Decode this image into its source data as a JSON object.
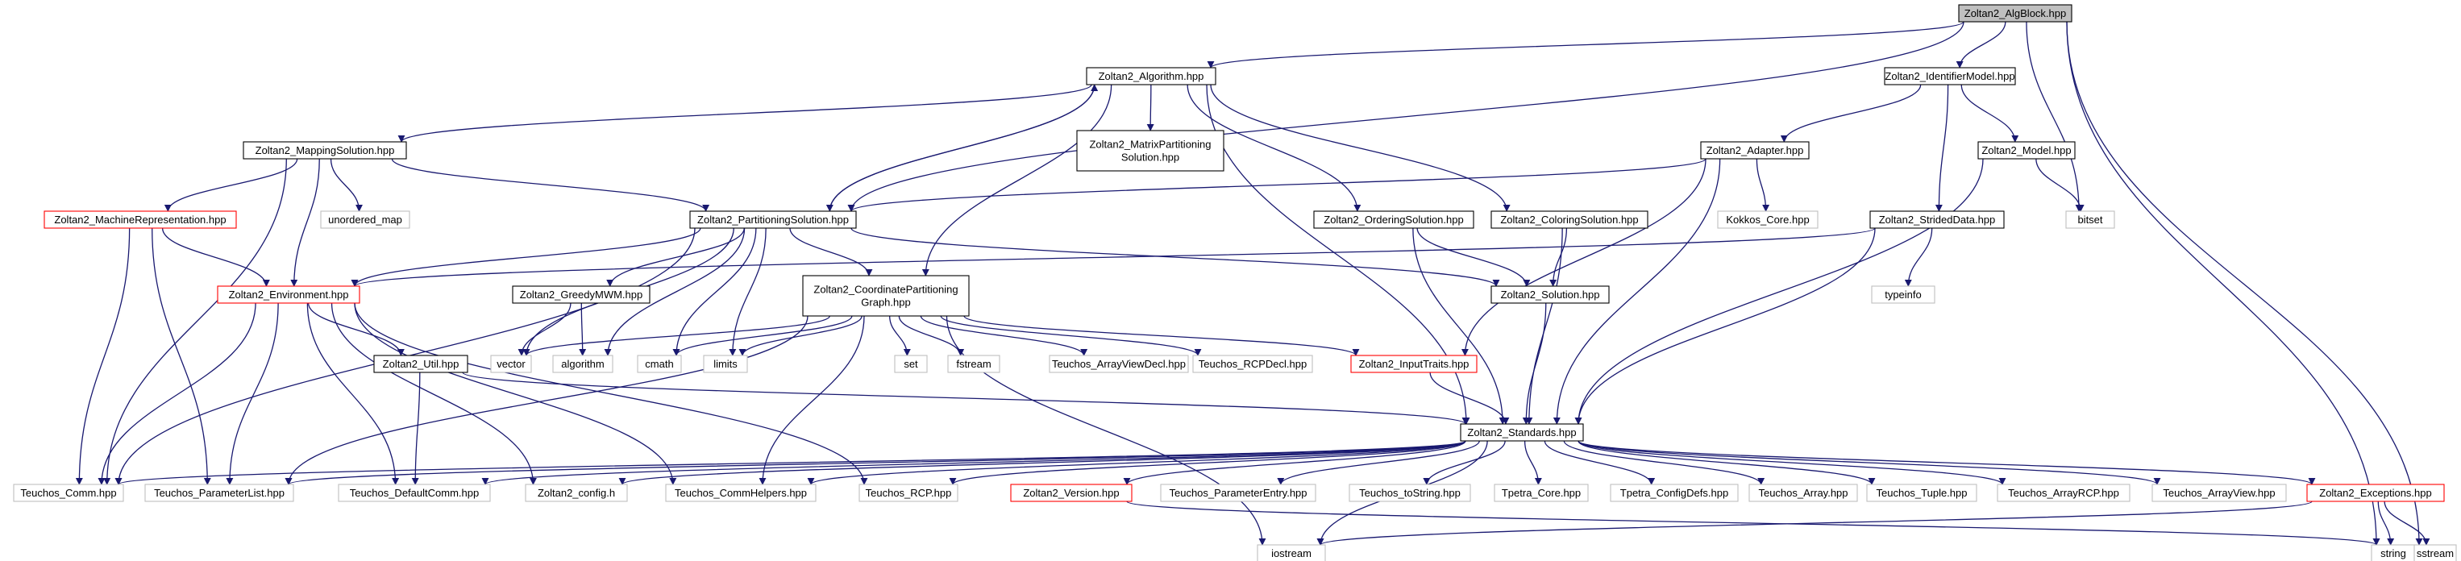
{
  "title": "Zoltan2_AlgBlock.hpp",
  "colors": {
    "edge": "#191970",
    "root_fill": "#bfbfbf",
    "doc_border": "#000000",
    "truncated_border": "#ff0000",
    "external_border": "#bfbfbf",
    "external_text": "#7f7f7f"
  },
  "nodes": [
    {
      "id": "algblock",
      "lines": [
        "Zoltan2_AlgBlock.hpp"
      ],
      "kind": "root"
    },
    {
      "id": "algorithm",
      "lines": [
        "Zoltan2_Algorithm.hpp"
      ],
      "kind": "doc"
    },
    {
      "id": "idmodel",
      "lines": [
        "Zoltan2_IdentifierModel.hpp"
      ],
      "kind": "doc"
    },
    {
      "id": "mapsol",
      "lines": [
        "Zoltan2_MappingSolution.hpp"
      ],
      "kind": "doc"
    },
    {
      "id": "matrixpart",
      "lines": [
        "Zoltan2_MatrixPartitioning",
        "Solution.hpp"
      ],
      "kind": "doc"
    },
    {
      "id": "adapter",
      "lines": [
        "Zoltan2_Adapter.hpp"
      ],
      "kind": "doc"
    },
    {
      "id": "model",
      "lines": [
        "Zoltan2_Model.hpp"
      ],
      "kind": "doc"
    },
    {
      "id": "machrep",
      "lines": [
        "Zoltan2_MachineRepresentation.hpp"
      ],
      "kind": "truncated"
    },
    {
      "id": "unmap",
      "lines": [
        "unordered_map"
      ],
      "kind": "external"
    },
    {
      "id": "partsol",
      "lines": [
        "Zoltan2_PartitioningSolution.hpp"
      ],
      "kind": "doc"
    },
    {
      "id": "ordsol",
      "lines": [
        "Zoltan2_OrderingSolution.hpp"
      ],
      "kind": "doc"
    },
    {
      "id": "colsol",
      "lines": [
        "Zoltan2_ColoringSolution.hpp"
      ],
      "kind": "doc"
    },
    {
      "id": "kokkos",
      "lines": [
        "Kokkos_Core.hpp"
      ],
      "kind": "external"
    },
    {
      "id": "strided",
      "lines": [
        "Zoltan2_StridedData.hpp"
      ],
      "kind": "doc"
    },
    {
      "id": "bitset",
      "lines": [
        "bitset"
      ],
      "kind": "external"
    },
    {
      "id": "env",
      "lines": [
        "Zoltan2_Environment.hpp"
      ],
      "kind": "truncated"
    },
    {
      "id": "greedy",
      "lines": [
        "Zoltan2_GreedyMWM.hpp"
      ],
      "kind": "doc"
    },
    {
      "id": "coordgraph",
      "lines": [
        "Zoltan2_CoordinatePartitioning",
        "Graph.hpp"
      ],
      "kind": "doc"
    },
    {
      "id": "solution",
      "lines": [
        "Zoltan2_Solution.hpp"
      ],
      "kind": "doc"
    },
    {
      "id": "typeinfo",
      "lines": [
        "typeinfo"
      ],
      "kind": "external"
    },
    {
      "id": "util",
      "lines": [
        "Zoltan2_Util.hpp"
      ],
      "kind": "doc"
    },
    {
      "id": "vector",
      "lines": [
        "vector"
      ],
      "kind": "external"
    },
    {
      "id": "algorithmstd",
      "lines": [
        "algorithm"
      ],
      "kind": "external"
    },
    {
      "id": "cmath",
      "lines": [
        "cmath"
      ],
      "kind": "external"
    },
    {
      "id": "limits",
      "lines": [
        "limits"
      ],
      "kind": "external"
    },
    {
      "id": "set",
      "lines": [
        "set"
      ],
      "kind": "external"
    },
    {
      "id": "fstream",
      "lines": [
        "fstream"
      ],
      "kind": "external"
    },
    {
      "id": "arrviewdecl",
      "lines": [
        "Teuchos_ArrayViewDecl.hpp"
      ],
      "kind": "external"
    },
    {
      "id": "rcpdecl",
      "lines": [
        "Teuchos_RCPDecl.hpp"
      ],
      "kind": "external"
    },
    {
      "id": "inputtraits",
      "lines": [
        "Zoltan2_InputTraits.hpp"
      ],
      "kind": "truncated"
    },
    {
      "id": "standards",
      "lines": [
        "Zoltan2_Standards.hpp"
      ],
      "kind": "doc"
    },
    {
      "id": "comm",
      "lines": [
        "Teuchos_Comm.hpp"
      ],
      "kind": "external"
    },
    {
      "id": "paramlist",
      "lines": [
        "Teuchos_ParameterList.hpp"
      ],
      "kind": "external"
    },
    {
      "id": "defcomm",
      "lines": [
        "Teuchos_DefaultComm.hpp"
      ],
      "kind": "external"
    },
    {
      "id": "config",
      "lines": [
        "Zoltan2_config.h"
      ],
      "kind": "external"
    },
    {
      "id": "commhelpers",
      "lines": [
        "Teuchos_CommHelpers.hpp"
      ],
      "kind": "external"
    },
    {
      "id": "rcp",
      "lines": [
        "Teuchos_RCP.hpp"
      ],
      "kind": "external"
    },
    {
      "id": "version",
      "lines": [
        "Zoltan2_Version.hpp"
      ],
      "kind": "truncated"
    },
    {
      "id": "paramentry",
      "lines": [
        "Teuchos_ParameterEntry.hpp"
      ],
      "kind": "external"
    },
    {
      "id": "tostring",
      "lines": [
        "Teuchos_toString.hpp"
      ],
      "kind": "external"
    },
    {
      "id": "tpetracore",
      "lines": [
        "Tpetra_Core.hpp"
      ],
      "kind": "external"
    },
    {
      "id": "tpetradefs",
      "lines": [
        "Tpetra_ConfigDefs.hpp"
      ],
      "kind": "external"
    },
    {
      "id": "array",
      "lines": [
        "Teuchos_Array.hpp"
      ],
      "kind": "external"
    },
    {
      "id": "tuple",
      "lines": [
        "Teuchos_Tuple.hpp"
      ],
      "kind": "external"
    },
    {
      "id": "arrayrcp",
      "lines": [
        "Teuchos_ArrayRCP.hpp"
      ],
      "kind": "external"
    },
    {
      "id": "arrayview",
      "lines": [
        "Teuchos_ArrayView.hpp"
      ],
      "kind": "external"
    },
    {
      "id": "exceptions",
      "lines": [
        "Zoltan2_Exceptions.hpp"
      ],
      "kind": "truncated"
    },
    {
      "id": "iostream",
      "lines": [
        "iostream"
      ],
      "kind": "external"
    },
    {
      "id": "string",
      "lines": [
        "string"
      ],
      "kind": "external"
    },
    {
      "id": "sstream",
      "lines": [
        "sstream"
      ],
      "kind": "external"
    }
  ],
  "edges": [
    [
      "algblock",
      "algorithm"
    ],
    [
      "algblock",
      "idmodel"
    ],
    [
      "algblock",
      "partsol"
    ],
    [
      "algblock",
      "bitset"
    ],
    [
      "algblock",
      "string"
    ],
    [
      "algblock",
      "sstream"
    ],
    [
      "algorithm",
      "mapsol"
    ],
    [
      "algorithm",
      "matrixpart"
    ],
    [
      "algorithm",
      "partsol"
    ],
    [
      "algorithm",
      "ordsol"
    ],
    [
      "algorithm",
      "colsol"
    ],
    [
      "algorithm",
      "coordgraph"
    ],
    [
      "algorithm",
      "standards"
    ],
    [
      "idmodel",
      "adapter"
    ],
    [
      "idmodel",
      "model"
    ],
    [
      "idmodel",
      "strided"
    ],
    [
      "mapsol",
      "machrep"
    ],
    [
      "mapsol",
      "unmap"
    ],
    [
      "mapsol",
      "partsol"
    ],
    [
      "mapsol",
      "env"
    ],
    [
      "mapsol",
      "comm"
    ],
    [
      "adapter",
      "partsol"
    ],
    [
      "adapter",
      "kokkos"
    ],
    [
      "adapter",
      "inputtraits"
    ],
    [
      "adapter",
      "standards"
    ],
    [
      "model",
      "bitset"
    ],
    [
      "model",
      "standards"
    ],
    [
      "machrep",
      "env"
    ],
    [
      "machrep",
      "comm"
    ],
    [
      "machrep",
      "paramlist"
    ],
    [
      "partsol",
      "algorithm"
    ],
    [
      "partsol",
      "env"
    ],
    [
      "partsol",
      "greedy"
    ],
    [
      "partsol",
      "coordgraph"
    ],
    [
      "partsol",
      "solution"
    ],
    [
      "partsol",
      "vector"
    ],
    [
      "partsol",
      "algorithmstd"
    ],
    [
      "partsol",
      "cmath"
    ],
    [
      "partsol",
      "limits"
    ],
    [
      "partsol",
      "comm"
    ],
    [
      "ordsol",
      "solution"
    ],
    [
      "ordsol",
      "standards"
    ],
    [
      "colsol",
      "solution"
    ],
    [
      "colsol",
      "standards"
    ],
    [
      "strided",
      "env"
    ],
    [
      "strided",
      "typeinfo"
    ],
    [
      "strided",
      "standards"
    ],
    [
      "env",
      "util"
    ],
    [
      "env",
      "comm"
    ],
    [
      "env",
      "paramlist"
    ],
    [
      "env",
      "defcomm"
    ],
    [
      "env",
      "config"
    ],
    [
      "env",
      "commhelpers"
    ],
    [
      "env",
      "rcp"
    ],
    [
      "greedy",
      "vector"
    ],
    [
      "greedy",
      "algorithmstd"
    ],
    [
      "coordgraph",
      "vector"
    ],
    [
      "coordgraph",
      "cmath"
    ],
    [
      "coordgraph",
      "limits"
    ],
    [
      "coordgraph",
      "set"
    ],
    [
      "coordgraph",
      "fstream"
    ],
    [
      "coordgraph",
      "arrviewdecl"
    ],
    [
      "coordgraph",
      "rcpdecl"
    ],
    [
      "coordgraph",
      "inputtraits"
    ],
    [
      "coordgraph",
      "iostream"
    ],
    [
      "coordgraph",
      "commhelpers"
    ],
    [
      "coordgraph",
      "paramlist"
    ],
    [
      "solution",
      "standards"
    ],
    [
      "util",
      "standards"
    ],
    [
      "util",
      "defcomm"
    ],
    [
      "inputtraits",
      "standards"
    ],
    [
      "standards",
      "comm"
    ],
    [
      "standards",
      "paramlist"
    ],
    [
      "standards",
      "defcomm"
    ],
    [
      "standards",
      "config"
    ],
    [
      "standards",
      "commhelpers"
    ],
    [
      "standards",
      "rcp"
    ],
    [
      "standards",
      "version"
    ],
    [
      "standards",
      "paramentry"
    ],
    [
      "standards",
      "tostring"
    ],
    [
      "standards",
      "tpetracore"
    ],
    [
      "standards",
      "tpetradefs"
    ],
    [
      "standards",
      "array"
    ],
    [
      "standards",
      "tuple"
    ],
    [
      "standards",
      "arrayrcp"
    ],
    [
      "standards",
      "arrayview"
    ],
    [
      "standards",
      "exceptions"
    ],
    [
      "standards",
      "iostream"
    ],
    [
      "version",
      "string"
    ],
    [
      "exceptions",
      "iostream"
    ],
    [
      "exceptions",
      "string"
    ],
    [
      "exceptions",
      "sstream"
    ]
  ]
}
